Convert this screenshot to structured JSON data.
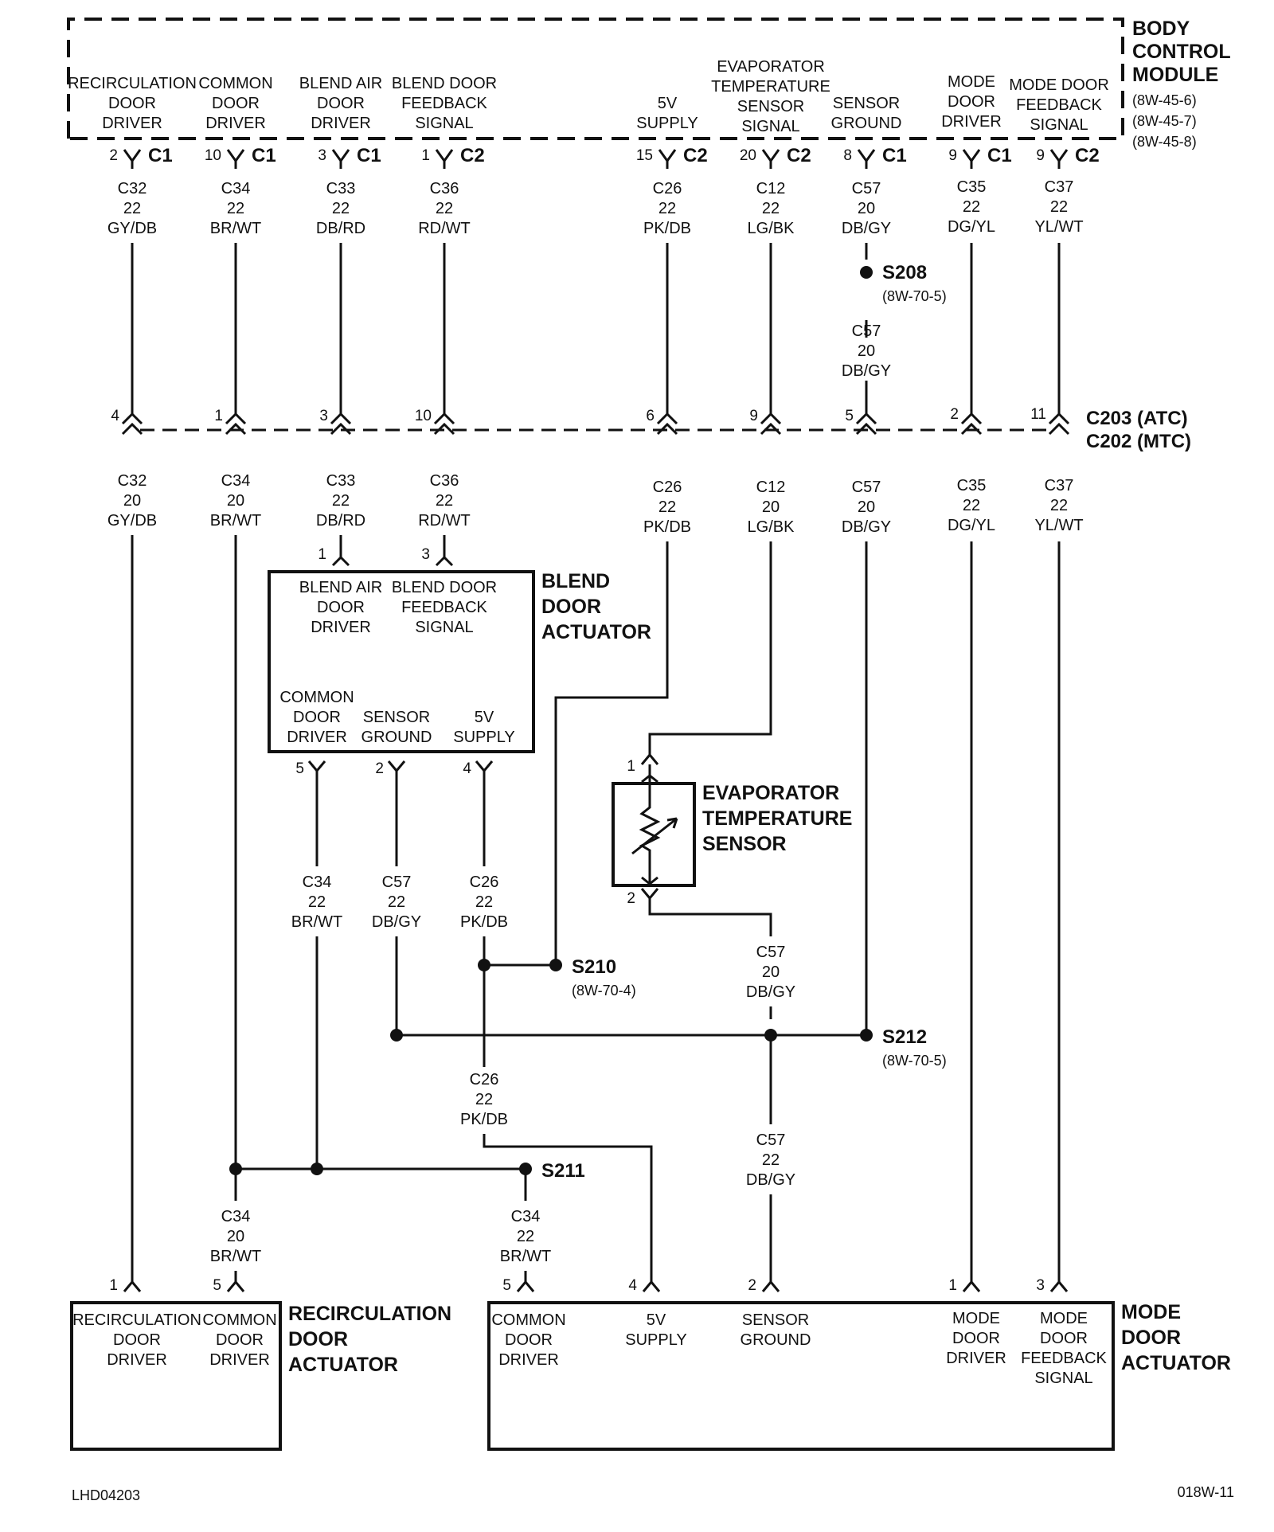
{
  "module": {
    "title_lines": [
      "BODY",
      "CONTROL",
      "MODULE"
    ],
    "refs": [
      "(8W-45-6)",
      "(8W-45-7)",
      "(8W-45-8)"
    ]
  },
  "bcm_circuits": [
    {
      "lines": [
        "RECIRCULATION",
        "DOOR",
        "DRIVER"
      ],
      "pin": "2",
      "conn": "C1",
      "circuit": "C32",
      "gauge": "22",
      "color": "GY/DB"
    },
    {
      "lines": [
        "COMMON",
        "DOOR",
        "DRIVER"
      ],
      "pin": "10",
      "conn": "C1",
      "circuit": "C34",
      "gauge": "22",
      "color": "BR/WT"
    },
    {
      "lines": [
        "BLEND AIR",
        "DOOR",
        "DRIVER"
      ],
      "pin": "3",
      "conn": "C1",
      "circuit": "C33",
      "gauge": "22",
      "color": "DB/RD"
    },
    {
      "lines": [
        "BLEND DOOR",
        "FEEDBACK",
        "SIGNAL"
      ],
      "pin": "1",
      "conn": "C2",
      "circuit": "C36",
      "gauge": "22",
      "color": "RD/WT"
    },
    {
      "lines": [
        "5V",
        "SUPPLY"
      ],
      "pin": "15",
      "conn": "C2",
      "circuit": "C26",
      "gauge": "22",
      "color": "PK/DB"
    },
    {
      "lines": [
        "EVAPORATOR",
        "TEMPERATURE",
        "SENSOR",
        "SIGNAL"
      ],
      "pin": "20",
      "conn": "C2",
      "circuit": "C12",
      "gauge": "22",
      "color": "LG/BK"
    },
    {
      "lines": [
        "SENSOR",
        "GROUND"
      ],
      "pin": "8",
      "conn": "C1",
      "circuit": "C57",
      "gauge": "20",
      "color": "DB/GY"
    },
    {
      "lines": [
        "MODE",
        "DOOR",
        "DRIVER"
      ],
      "pin": "9",
      "conn": "C1",
      "circuit": "C35",
      "gauge": "22",
      "color": "DG/YL"
    },
    {
      "lines": [
        "MODE DOOR",
        "FEEDBACK",
        "SIGNAL"
      ],
      "pin": "9",
      "conn": "C2",
      "circuit": "C37",
      "gauge": "22",
      "color": "YL/WT"
    }
  ],
  "splice_s208": {
    "name": "S208",
    "ref": "(8W-70-5)",
    "circuit": "C57",
    "gauge": "20",
    "color": "DB/GY"
  },
  "inline_connector": {
    "names": [
      "C203 (ATC)",
      "C202 (MTC)"
    ],
    "pins": [
      "4",
      "1",
      "3",
      "10",
      "6",
      "9",
      "5",
      "2",
      "11"
    ]
  },
  "below_c203": [
    {
      "circuit": "C32",
      "gauge": "20",
      "color": "GY/DB"
    },
    {
      "circuit": "C34",
      "gauge": "20",
      "color": "BR/WT"
    },
    {
      "circuit": "C33",
      "gauge": "22",
      "color": "DB/RD"
    },
    {
      "circuit": "C36",
      "gauge": "22",
      "color": "RD/WT"
    },
    {
      "circuit": "C26",
      "gauge": "22",
      "color": "PK/DB"
    },
    {
      "circuit": "C12",
      "gauge": "20",
      "color": "LG/BK"
    },
    {
      "circuit": "C57",
      "gauge": "20",
      "color": "DB/GY"
    },
    {
      "circuit": "C35",
      "gauge": "22",
      "color": "DG/YL"
    },
    {
      "circuit": "C37",
      "gauge": "22",
      "color": "YL/WT"
    }
  ],
  "blend_actuator": {
    "title_lines": [
      "BLEND",
      "DOOR",
      "ACTUATOR"
    ],
    "top_pins": [
      {
        "pin": "1",
        "lines": [
          "BLEND AIR",
          "DOOR",
          "DRIVER"
        ]
      },
      {
        "pin": "3",
        "lines": [
          "BLEND DOOR",
          "FEEDBACK",
          "SIGNAL"
        ]
      }
    ],
    "bottom_pins": [
      {
        "pin": "5",
        "lines": [
          "COMMON",
          "DOOR",
          "DRIVER"
        ],
        "circuit": "C34",
        "gauge": "22",
        "color": "BR/WT"
      },
      {
        "pin": "2",
        "lines": [
          "SENSOR",
          "GROUND"
        ],
        "circuit": "C57",
        "gauge": "22",
        "color": "DB/GY"
      },
      {
        "pin": "4",
        "lines": [
          "5V",
          "SUPPLY"
        ],
        "circuit": "C26",
        "gauge": "22",
        "color": "PK/DB"
      }
    ]
  },
  "evap_sensor": {
    "title_lines": [
      "EVAPORATOR",
      "TEMPERATURE",
      "SENSOR"
    ],
    "pin_top": "1",
    "pin_bottom": "2",
    "out_circuit": {
      "circuit": "C57",
      "gauge": "20",
      "color": "DB/GY"
    }
  },
  "splice_s210": {
    "name": "S210",
    "ref": "(8W-70-4)"
  },
  "splice_s212": {
    "name": "S212",
    "ref": "(8W-70-5)"
  },
  "splice_s211": {
    "name": "S211"
  },
  "c26_to_mode": {
    "circuit": "C26",
    "gauge": "22",
    "color": "PK/DB"
  },
  "c57_to_mode": {
    "circuit": "C57",
    "gauge": "22",
    "color": "DB/GY"
  },
  "c34_to_recirc": {
    "circuit": "C34",
    "gauge": "20",
    "color": "BR/WT"
  },
  "c34_to_mode": {
    "circuit": "C34",
    "gauge": "22",
    "color": "BR/WT"
  },
  "recirc_actuator": {
    "title_lines": [
      "RECIRCULATION",
      "DOOR",
      "ACTUATOR"
    ],
    "pins": [
      {
        "pin": "1",
        "lines": [
          "RECIRCULATION",
          "DOOR",
          "DRIVER"
        ]
      },
      {
        "pin": "5",
        "lines": [
          "COMMON",
          "DOOR",
          "DRIVER"
        ]
      }
    ]
  },
  "mode_actuator": {
    "title_lines": [
      "MODE",
      "DOOR",
      "ACTUATOR"
    ],
    "pins": [
      {
        "pin": "5",
        "lines": [
          "COMMON",
          "DOOR",
          "DRIVER"
        ]
      },
      {
        "pin": "4",
        "lines": [
          "5V",
          "SUPPLY"
        ]
      },
      {
        "pin": "2",
        "lines": [
          "SENSOR",
          "GROUND"
        ]
      },
      {
        "pin": "1",
        "lines": [
          "MODE",
          "DOOR",
          "DRIVER"
        ]
      },
      {
        "pin": "3",
        "lines": [
          "MODE",
          "DOOR",
          "FEEDBACK",
          "SIGNAL"
        ]
      }
    ]
  },
  "footer": {
    "left": "LHD04203",
    "right": "018W-11"
  }
}
